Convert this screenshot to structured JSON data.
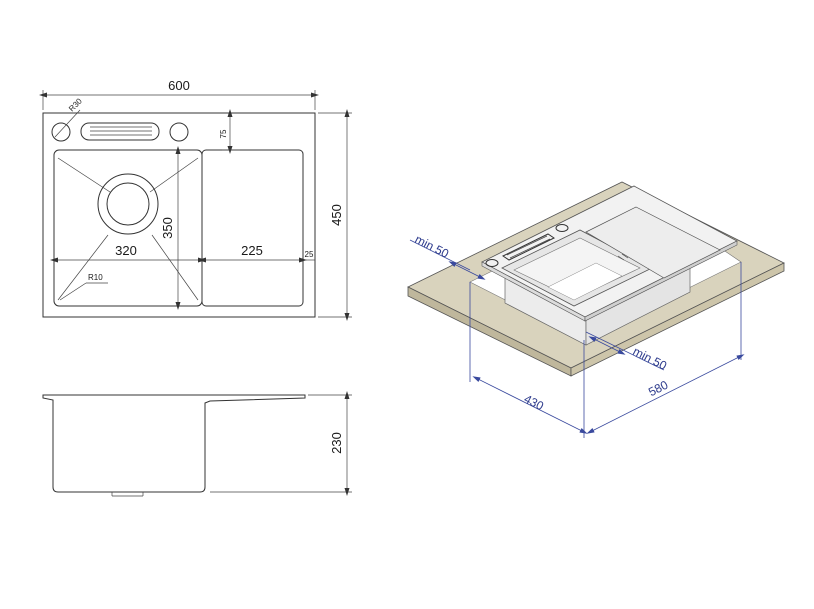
{
  "dimensions": {
    "top_width": "600",
    "top_height": "450",
    "corner_radius": "R30",
    "top_margin": "75",
    "bowl_height": "350",
    "bowl_width": "320",
    "drainboard_width": "225",
    "right_edge": "25",
    "inner_radius": "R10",
    "depth": "230"
  },
  "install": {
    "min_left": "min 50",
    "min_front": "min 50",
    "cutout_depth": "430",
    "cutout_width": "580"
  },
  "colors": {
    "countertop": "#d9d3bd",
    "countertop_edge": "#bfb79c",
    "dim_line": "#3a4a9e"
  }
}
